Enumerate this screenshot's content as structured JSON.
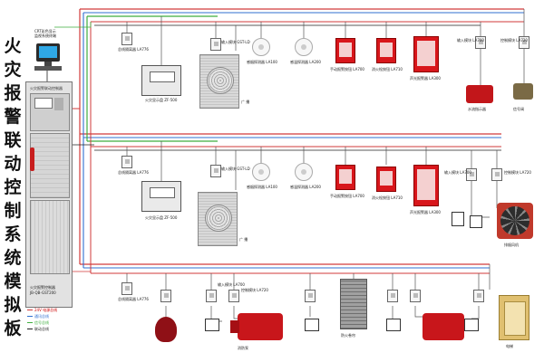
{
  "title_chars": [
    "火",
    "灾",
    "报",
    "警",
    "联",
    "动",
    "控",
    "制",
    "系",
    "统",
    "模",
    "拟",
    "板"
  ],
  "monitor": {
    "label_1": "CRT彩色显示",
    "label_2": "监视系统终端"
  },
  "cabinet": {
    "top_label": "火灾报警联动控制器",
    "bottom_label_1": "火灾报警控制器",
    "bottom_label_2": "JB-QB-GST200"
  },
  "legend": [
    "24V 电源总线",
    "通讯总线",
    "信号总线",
    "联动总线"
  ],
  "row1": {
    "isolator": "总线隔离器 LA776",
    "panel": "火灾显示盘 ZF-500",
    "module_io": "输入模块 GST-LD",
    "broadcast_label": "广 播",
    "smoke_1": "感烟探测器 LA100",
    "smoke_2": "感温探测器 LA200",
    "manual_alarm": "手动报警按钮 LA700",
    "hydrant": "消火栓按钮 LA710",
    "alarm_bell": "声光报警器 LA300",
    "input_module": "输入模块 LA700",
    "control_module": "控制模块 LA720",
    "water_flow": "水流指示器",
    "signal_valve": "信号阀"
  },
  "row2": {
    "isolator": "总线隔离器 LA776",
    "panel": "火灾显示盘 ZF-500",
    "module_io": "输入模块 GST-LD",
    "broadcast_label": "广 播",
    "smoke_1": "感烟探测器 LA100",
    "smoke_2": "感温探测器 LA200",
    "manual_alarm": "手动报警按钮 LA700",
    "hydrant": "消火栓按钮 LA710",
    "alarm_bell": "声光报警器 LA300",
    "input_module": "输入模块 LA700",
    "control_module": "控制模块 LA720",
    "fan": "排烟风机"
  },
  "row3": {
    "isolator": "总线隔离器 LA776",
    "module_a": "输入模块 LA700",
    "module_b": "控制模块 LA720",
    "pump_label": "消防泵",
    "shutter": "防火卷帘",
    "elevator": "电梯"
  }
}
